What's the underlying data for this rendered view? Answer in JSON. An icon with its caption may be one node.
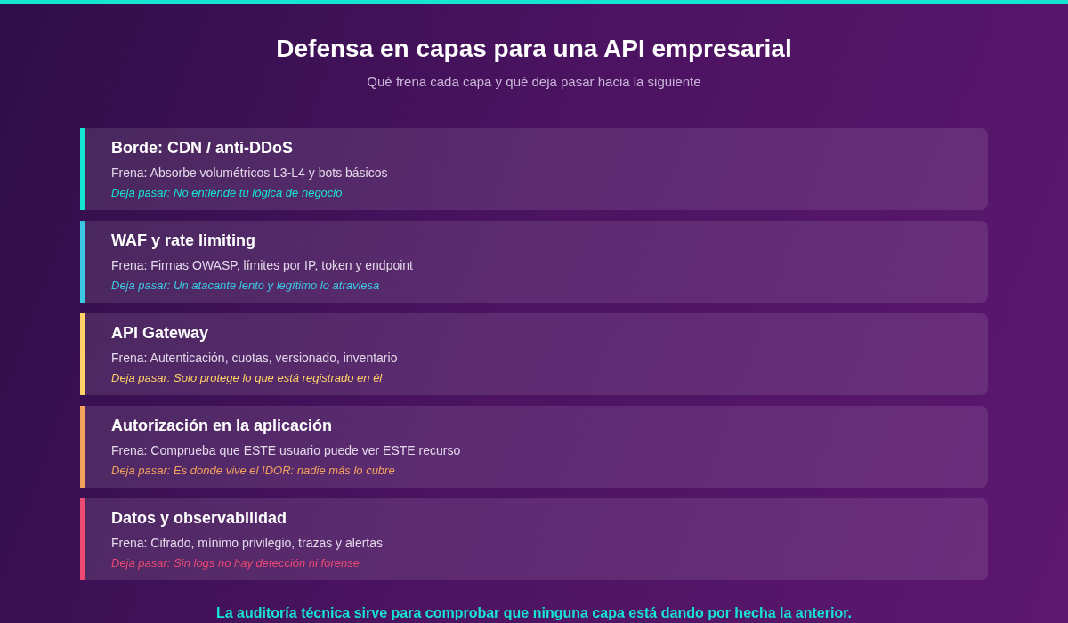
{
  "diagram": {
    "title": "Defensa en capas para una API empresarial",
    "labels": [
      "Qué frena cada capa y qué deja pasar hacia la siguiente"
    ],
    "nodes": [
      {
        "text": [
          "Borde: CDN / anti-DDoS",
          "Frena: Absorbe volumétricos L3-L4 y bots básicos",
          "Deja pasar: No entiende tu lógica de negocio"
        ]
      },
      {
        "text": [
          "WAF y rate limiting",
          "Frena: Firmas OWASP, límites por IP, token y endpoint",
          "Deja pasar: Un atacante lento y legítimo lo atraviesa"
        ]
      },
      {
        "text": [
          "API Gateway",
          "Frena: Autenticación, cuotas, versionado, inventario",
          "Deja pasar: Solo protege lo que está registrado en él"
        ]
      },
      {
        "text": [
          "Autorización en la aplicación",
          "Frena: Comprueba que ESTE usuario puede ver ESTE recurso",
          "Deja pasar: Es donde vive el IDOR: nadie más lo cubre"
        ]
      },
      {
        "text": [
          "Datos y observabilidad",
          "Frena: Cifrado, mínimo privilegio, trazas y alertas",
          "Deja pasar: Sin logs no hay detección ni forense"
        ]
      }
    ],
    "caption": "La auditoría técnica sirve para comprobar que ninguna capa está dando por hecha la anterior."
  }
}
